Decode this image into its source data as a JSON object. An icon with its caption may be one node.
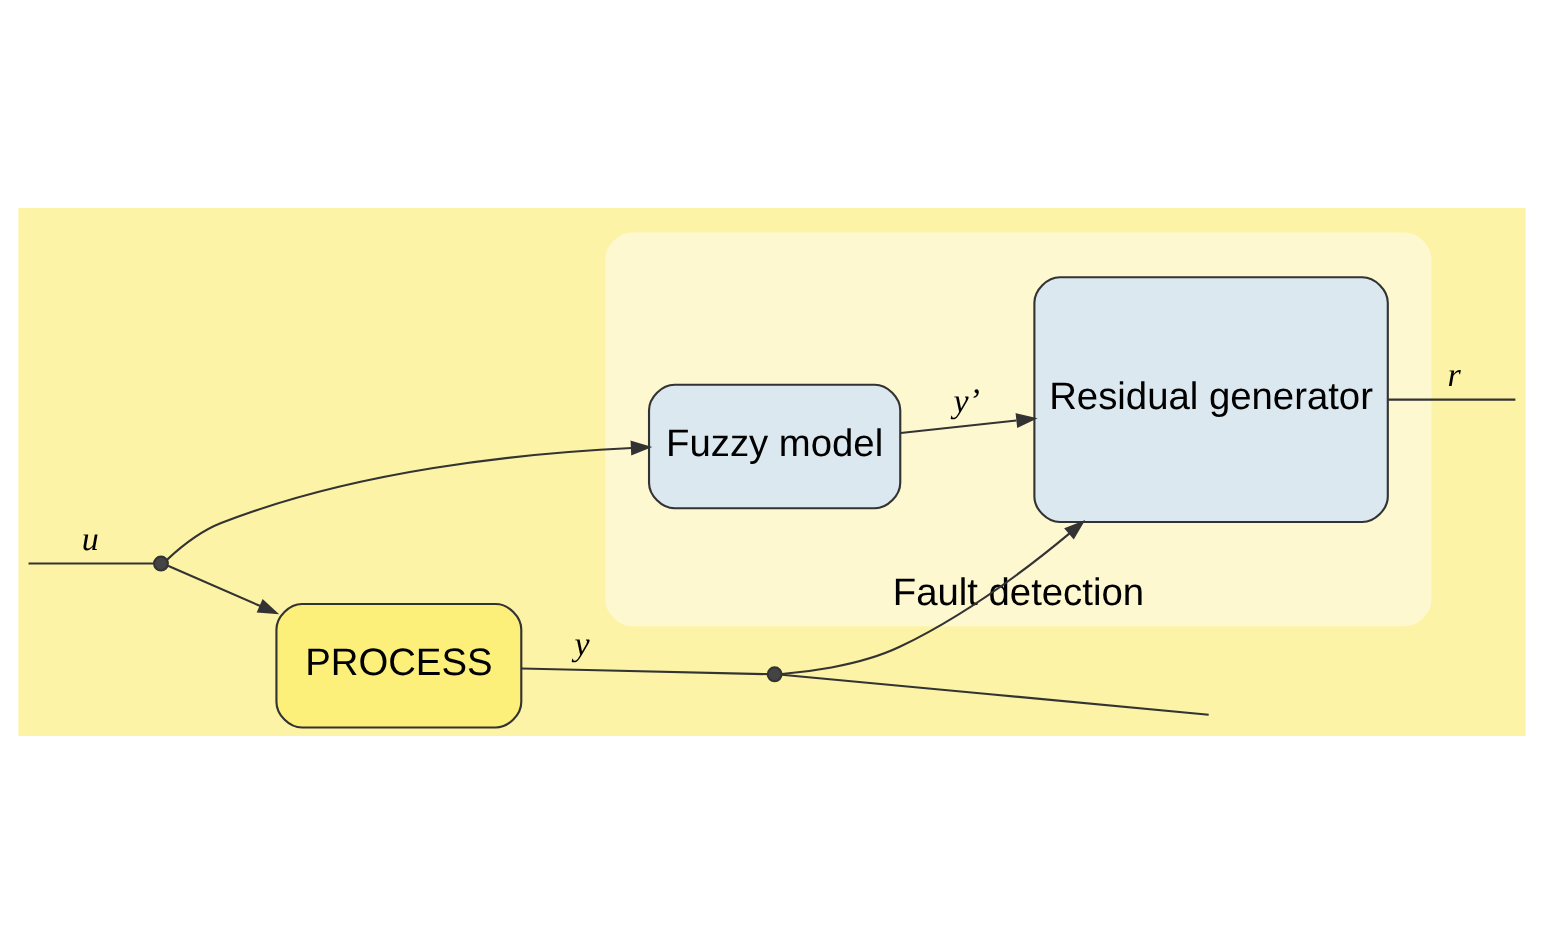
{
  "diagram": {
    "nodes": [
      {
        "text": [
          "Fault detection"
        ]
      },
      {
        "text": [
          "PROCESS"
        ]
      },
      {
        "text": [
          "Fuzzy model"
        ],
        "in": 0
      },
      {
        "text": [
          "Residual generator"
        ],
        "in": 0
      },
      {
        "text": [],
        "shape": "circle"
      },
      {
        "text": [],
        "shape": "circle"
      }
    ],
    "edges": [
      {
        "from": null,
        "to": 4,
        "arrow": "none",
        "label": "u"
      },
      {
        "from": 4,
        "to": 1,
        "arrow": "to"
      },
      {
        "from": 4,
        "to": 2,
        "arrow": "to"
      },
      {
        "from": 1,
        "to": 5,
        "arrow": "none",
        "label": "y"
      },
      {
        "from": 5,
        "to": null,
        "arrow": "none"
      },
      {
        "from": 5,
        "to": 3,
        "arrow": "to"
      },
      {
        "from": 2,
        "to": 3,
        "arrow": "to",
        "label": "y’"
      },
      {
        "from": 3,
        "to": null,
        "arrow": "none",
        "label": "r"
      }
    ]
  }
}
